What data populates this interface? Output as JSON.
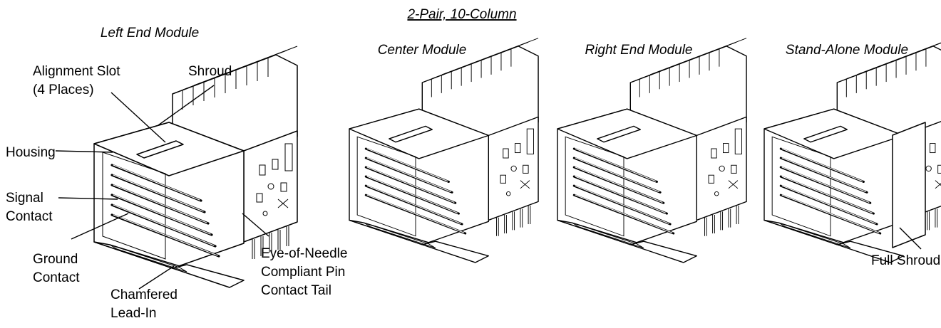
{
  "header": {
    "title": "2-Pair, 10-Column"
  },
  "modules": {
    "left": "Left End Module",
    "center": "Center Module",
    "right": "Right End Module",
    "standalone": "Stand-Alone Module"
  },
  "callouts": {
    "alignment_slot": [
      "Alignment Slot",
      "(4 Places)"
    ],
    "shroud": "Shroud",
    "housing": "Housing",
    "signal_contact": [
      "Signal",
      "Contact"
    ],
    "ground_contact": [
      "Ground",
      "Contact"
    ],
    "chamfered_lead_in": [
      "Chamfered",
      "Lead-In"
    ],
    "eye_of_needle": [
      "Eye-of-Needle",
      "Compliant Pin",
      "Contact Tail"
    ],
    "full_shroud": "Full Shroud"
  },
  "icons": [
    "connector-module-icon"
  ]
}
